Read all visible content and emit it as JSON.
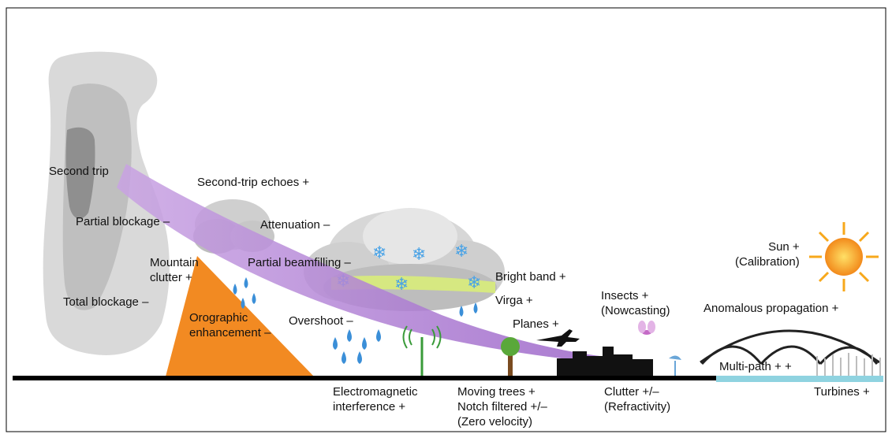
{
  "labels": {
    "second_trip": "Second trip",
    "second_trip_echoes": "Second-trip echoes +",
    "partial_blockage": "Partial blockage –",
    "attenuation": "Attenuation –",
    "mountain_clutter": "Mountain\nclutter +",
    "partial_beamfilling": "Partial beamfilling –",
    "total_blockage": "Total blockage –",
    "orographic": "Orographic\nenhancement –",
    "overshoot": "Overshoot –",
    "bright_band": "Bright band +",
    "virga": "Virga +",
    "planes": "Planes +",
    "insects": "Insects +\n(Nowcasting)",
    "sun": "Sun +\n(Calibration)",
    "anomalous": "Anomalous propagation +",
    "multipath": "Multi-path + +",
    "electromagnetic": "Electromagnetic\ninterference +",
    "moving_trees": "Moving trees +\nNotch filtered +/–\n(Zero velocity)",
    "clutter": "Clutter +/–\n(Refractivity)",
    "turbines": "Turbines +"
  },
  "colors": {
    "beam": "#b98ad6",
    "mountain_orange": "#f28a22",
    "ground": "#000000",
    "water": "#8fd3e0",
    "sun": "#f7a81b",
    "raindrop": "#3b8fd8",
    "snowflake": "#4aa3e6",
    "bright_band": "#d8ec7a"
  }
}
